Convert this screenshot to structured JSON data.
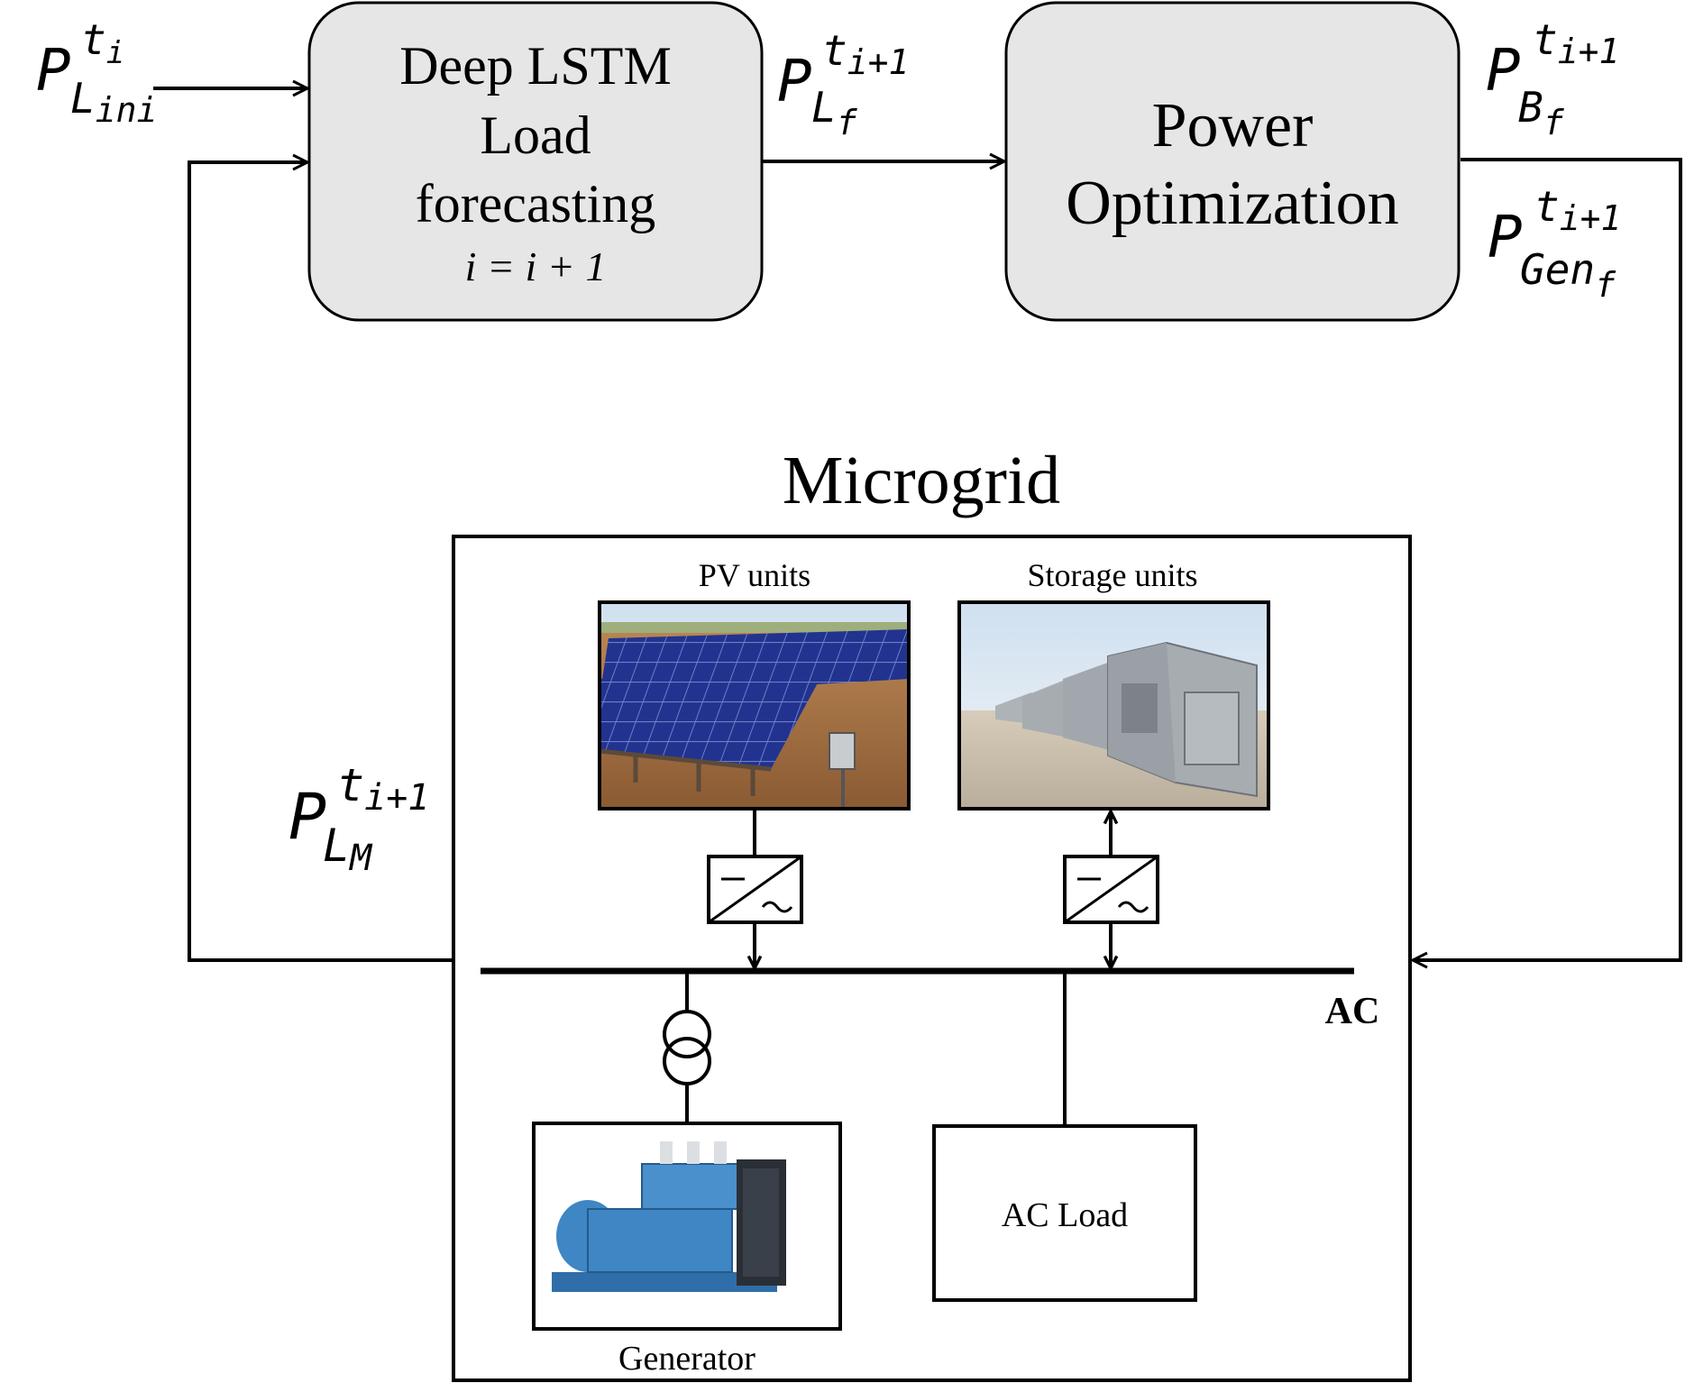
{
  "lstm_box": {
    "line1": "Deep LSTM",
    "line2": "Load",
    "line3": "forecasting",
    "line4": "i = i + 1"
  },
  "optim_box": {
    "line1": "Power",
    "line2": "Optimization"
  },
  "signals": {
    "p_l_ini": {
      "base": "P",
      "sup": "t",
      "sup_sub": "i",
      "sub": "L",
      "sub_sub": "ini"
    },
    "p_l_f": {
      "base": "P",
      "sup": "t",
      "sup_sub": "i+1",
      "sub": "L",
      "sub_sub": "f"
    },
    "p_b_f": {
      "base": "P",
      "sup": "t",
      "sup_sub": "i+1",
      "sub": "B",
      "sub_sub": "f"
    },
    "p_gen_f": {
      "base": "P",
      "sup": "t",
      "sup_sub": "i+1",
      "sub": "Gen",
      "sub_sub": "f"
    },
    "p_l_m": {
      "base": "P",
      "sup": "t",
      "sup_sub": "i+1",
      "sub": "L",
      "sub_sub": "M"
    }
  },
  "microgrid": {
    "title": "Microgrid",
    "pv_label": "PV units",
    "storage_label": "Storage units",
    "bus_label": "AC",
    "generator_label": "Generator",
    "ac_load_label": "AC Load"
  },
  "colors": {
    "box_fill": "#e6e6e6",
    "stroke": "#000000",
    "pv_panel": "#1f2f8a",
    "storage_body": "#a7acb1",
    "generator_body": "#3f86c4"
  },
  "icons": {
    "converter": "dc-ac-converter-icon",
    "transformer": "transformer-icon"
  }
}
